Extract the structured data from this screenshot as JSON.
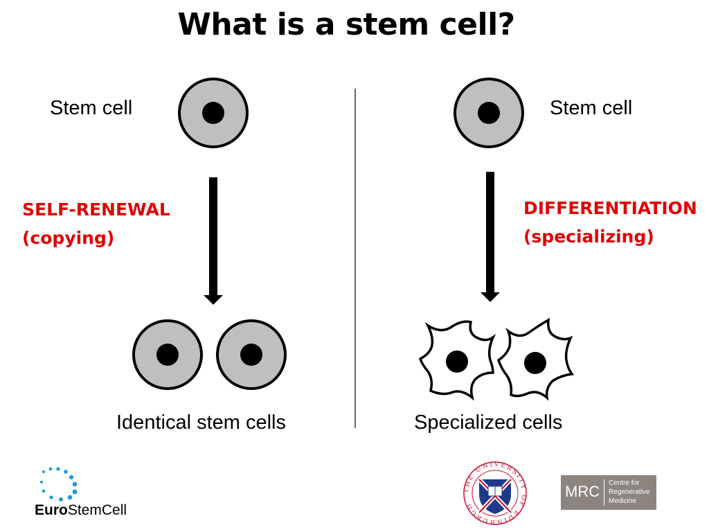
{
  "title": "What is a stem cell?",
  "left": {
    "top_label": "Stem cell",
    "process_line1": "SELF-RENEWAL",
    "process_line2": "(copying)",
    "bottom_label": "Identical stem cells"
  },
  "right": {
    "top_label": "Stem cell",
    "process_line1": "DIFFERENTIATION",
    "process_line2": "(specializing)",
    "bottom_label": "Specialized cells"
  },
  "logos": {
    "eurostemcell_bold": "Euro",
    "eurostemcell_rest": "StemCell",
    "edinburgh_ring": "THE UNIVERSITY OF EDINBURGH",
    "mrc_word": "MRC",
    "mrc_line1": "Centre for",
    "mrc_line2": "Regenerative",
    "mrc_line3": "Medicine"
  },
  "colors": {
    "process_text": "#e00000",
    "cell_fill": "#bfbfbf",
    "mrc_background": "#8c847e",
    "eurostemcell_dots": "#1e9ad6",
    "edinburgh_shield": "#1d3b8a",
    "edinburgh_cross": "#c8102e"
  }
}
